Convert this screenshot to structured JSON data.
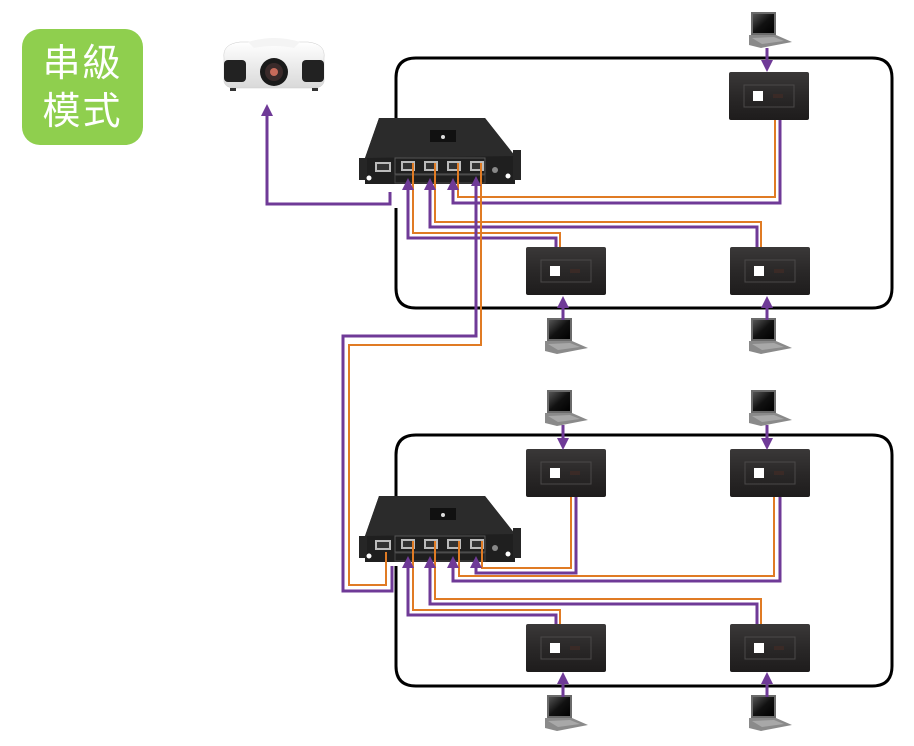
{
  "badge": {
    "line1": "串級",
    "line2": "模式",
    "color": "#8fcf4e"
  },
  "colors": {
    "signal_purple": "#6f3a97",
    "signal_orange": "#e07b24",
    "zone_border": "#000000",
    "device_body": "#2a2828"
  },
  "devices": {
    "projector": "projector-icon",
    "switcher_top": "hdbaset-switcher-icon",
    "switcher_bottom": "hdbaset-switcher-icon",
    "wallplate": "wallplate-transmitter-icon",
    "laptop": "laptop-icon"
  },
  "zones": [
    {
      "name": "zone-top",
      "wallplates": 3,
      "laptops": 3
    },
    {
      "name": "zone-bottom",
      "wallplates": 4,
      "laptops": 4
    }
  ]
}
